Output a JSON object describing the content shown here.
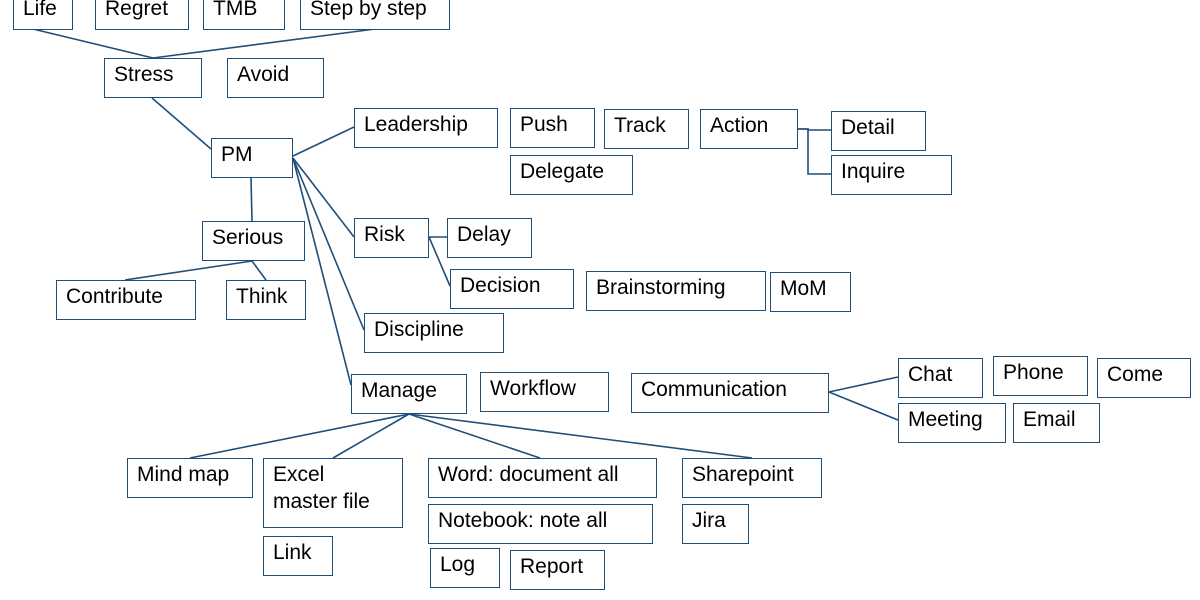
{
  "colors": {
    "line": "#1f4e79",
    "text": "#000000",
    "background": "#ffffff"
  },
  "nodes": [
    {
      "id": "life",
      "label": "Life"
    },
    {
      "id": "regret",
      "label": "Regret"
    },
    {
      "id": "tmb",
      "label": "TMB"
    },
    {
      "id": "step-by-step",
      "label": "Step by step"
    },
    {
      "id": "stress",
      "label": "Stress"
    },
    {
      "id": "avoid",
      "label": "Avoid"
    },
    {
      "id": "pm",
      "label": "PM"
    },
    {
      "id": "leadership",
      "label": "Leadership"
    },
    {
      "id": "push",
      "label": "Push"
    },
    {
      "id": "track",
      "label": "Track"
    },
    {
      "id": "action",
      "label": "Action"
    },
    {
      "id": "detail",
      "label": "Detail"
    },
    {
      "id": "inquire",
      "label": "Inquire"
    },
    {
      "id": "delegate",
      "label": "Delegate"
    },
    {
      "id": "serious",
      "label": "Serious"
    },
    {
      "id": "contribute",
      "label": "Contribute"
    },
    {
      "id": "think",
      "label": "Think"
    },
    {
      "id": "risk",
      "label": "Risk"
    },
    {
      "id": "delay",
      "label": "Delay"
    },
    {
      "id": "decision",
      "label": "Decision"
    },
    {
      "id": "brainstorming",
      "label": "Brainstorming"
    },
    {
      "id": "mom",
      "label": "MoM"
    },
    {
      "id": "discipline",
      "label": "Discipline"
    },
    {
      "id": "manage",
      "label": "Manage"
    },
    {
      "id": "workflow",
      "label": "Workflow"
    },
    {
      "id": "communication",
      "label": "Communication"
    },
    {
      "id": "chat",
      "label": "Chat"
    },
    {
      "id": "phone",
      "label": "Phone"
    },
    {
      "id": "come",
      "label": "Come"
    },
    {
      "id": "meeting",
      "label": "Meeting"
    },
    {
      "id": "email",
      "label": "Email"
    },
    {
      "id": "mind-map",
      "label": "Mind map"
    },
    {
      "id": "excel-master-file",
      "label": "Excel\nmaster file"
    },
    {
      "id": "link",
      "label": "Link"
    },
    {
      "id": "word-document-all",
      "label": "Word: document all"
    },
    {
      "id": "notebook-note-all",
      "label": "Notebook: note all"
    },
    {
      "id": "log",
      "label": "Log"
    },
    {
      "id": "report",
      "label": "Report"
    },
    {
      "id": "sharepoint",
      "label": "Sharepoint"
    },
    {
      "id": "jira",
      "label": "Jira"
    }
  ],
  "edges": [
    {
      "from": "life",
      "to": "stress"
    },
    {
      "from": "step-by-step",
      "to": "stress"
    },
    {
      "from": "stress",
      "to": "pm"
    },
    {
      "from": "pm",
      "to": "leadership"
    },
    {
      "from": "pm",
      "to": "serious"
    },
    {
      "from": "serious",
      "to": "contribute"
    },
    {
      "from": "serious",
      "to": "think"
    },
    {
      "from": "pm",
      "to": "risk"
    },
    {
      "from": "pm",
      "to": "discipline"
    },
    {
      "from": "pm",
      "to": "manage"
    },
    {
      "from": "risk",
      "to": "delay"
    },
    {
      "from": "risk",
      "to": "decision"
    },
    {
      "from": "action",
      "to": "detail"
    },
    {
      "from": "action",
      "to": "inquire"
    },
    {
      "from": "communication",
      "to": "chat"
    },
    {
      "from": "communication",
      "to": "meeting"
    },
    {
      "from": "manage",
      "to": "mind-map"
    },
    {
      "from": "manage",
      "to": "excel-master-file"
    },
    {
      "from": "manage",
      "to": "word-document-all"
    },
    {
      "from": "manage",
      "to": "sharepoint"
    }
  ]
}
